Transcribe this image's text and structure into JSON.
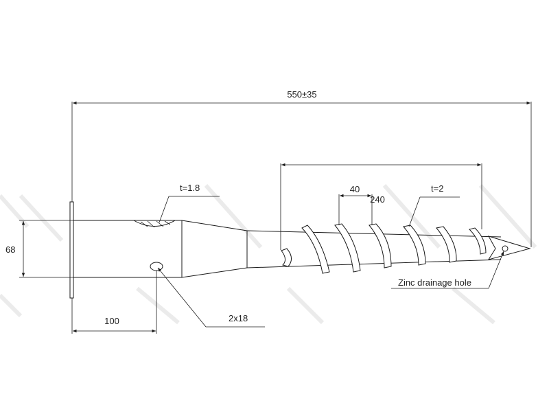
{
  "labels": {
    "overall_length": "550±35",
    "spiral_length": "240",
    "pitch": "40",
    "plate_thickness": "t=1.8",
    "spiral_thickness": "t=2",
    "diameter": "68",
    "hole_offset": "100",
    "hole_size": "2x18",
    "drainage_hole": "Zinc drainage hole"
  },
  "colors": {
    "line": "#1a1a1a",
    "background": "#ffffff",
    "watermark": "#e6e6e6"
  }
}
